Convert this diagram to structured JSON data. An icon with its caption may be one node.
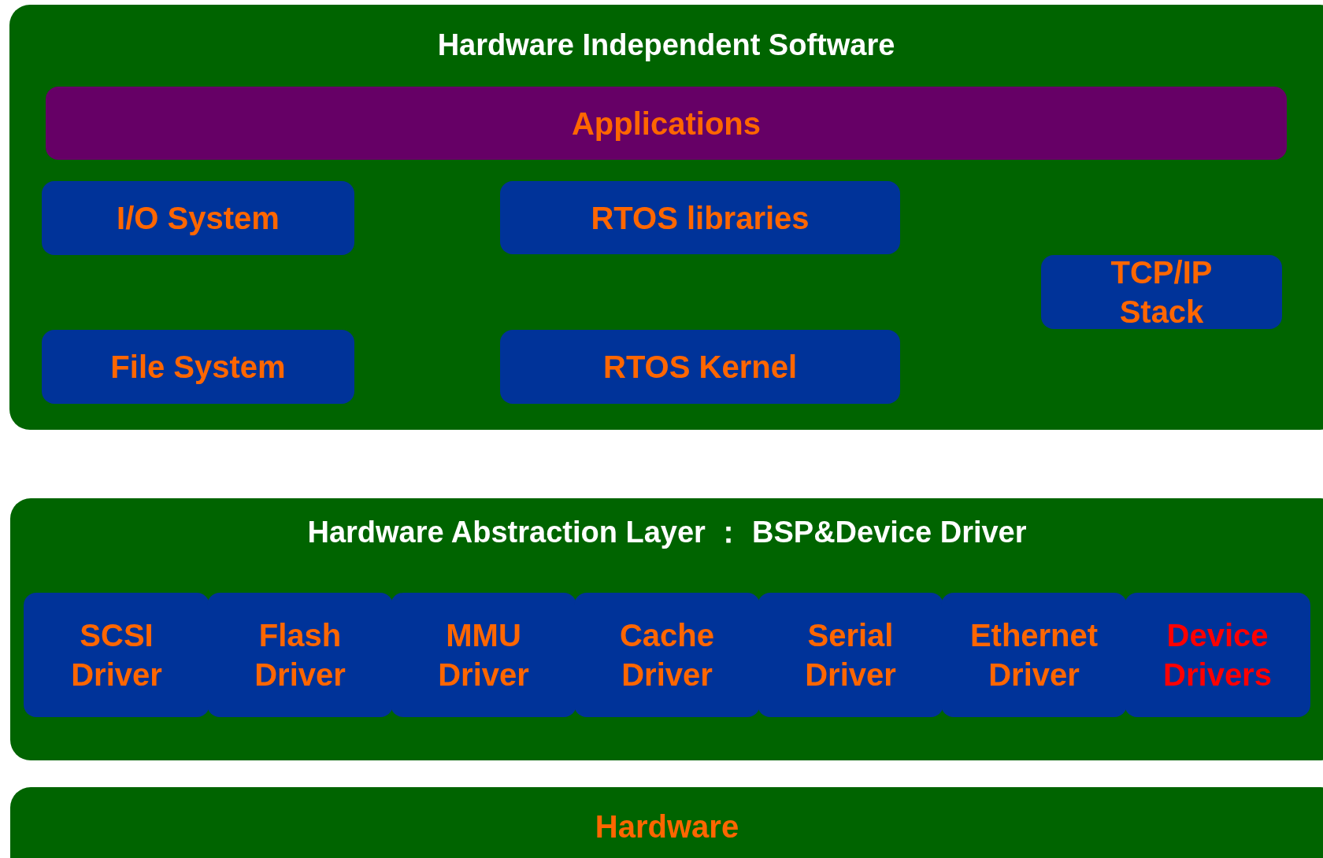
{
  "diagram": {
    "nodes": [
      {
        "text": [
          "Hardware Independent Software"
        ]
      },
      {
        "text": [
          "Applications"
        ],
        "in": 0
      },
      {
        "text": [
          "I/O System"
        ],
        "in": 0
      },
      {
        "text": [
          "RTOS libraries"
        ],
        "in": 0
      },
      {
        "text": [
          "TCP/IP Stack"
        ],
        "in": 0
      },
      {
        "text": [
          "File System"
        ],
        "in": 0
      },
      {
        "text": [
          "RTOS Kernel"
        ],
        "in": 0
      },
      {
        "text": [
          "Hardware Abstraction Layer ： BSP&Device Driver"
        ]
      },
      {
        "text": [
          "SCSI Driver"
        ],
        "in": 7
      },
      {
        "text": [
          "Flash Driver"
        ],
        "in": 7
      },
      {
        "text": [
          "MMU Driver"
        ],
        "in": 7
      },
      {
        "text": [
          "Cache Driver"
        ],
        "in": 7
      },
      {
        "text": [
          "Serial Driver"
        ],
        "in": 7
      },
      {
        "text": [
          "Ethernet Driver"
        ],
        "in": 7
      },
      {
        "text": [
          "Device Drivers"
        ],
        "in": 7
      },
      {
        "text": [
          "Hardware"
        ]
      }
    ]
  }
}
